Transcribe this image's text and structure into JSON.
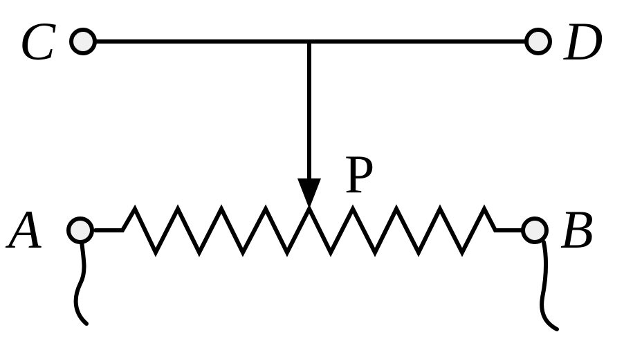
{
  "labels": {
    "c": "C",
    "d": "D",
    "a": "A",
    "b": "B",
    "p": "P"
  },
  "colors": {
    "stroke": "#000000",
    "terminal_fill": "#f0f0f0"
  }
}
